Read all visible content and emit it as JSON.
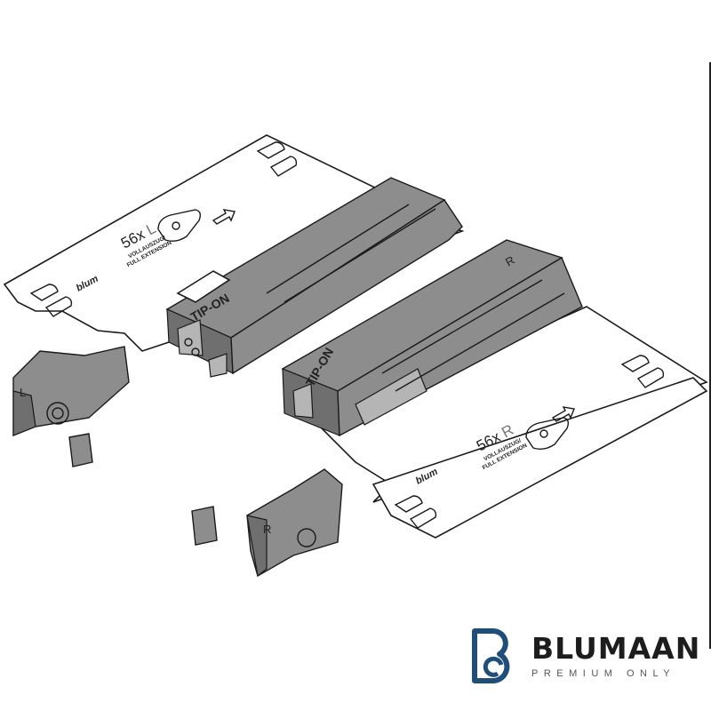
{
  "left_unit": {
    "size_label": "56x",
    "side_label": "L",
    "text_line1": "VOLLAUSZUG/",
    "text_line2": "FULL EXTENSION",
    "brand_mark": "blum",
    "mechanism_label": "TIP-ON",
    "clip_side_label": "L"
  },
  "right_unit": {
    "size_label": "56x",
    "side_label": "R",
    "text_line1": "VOLLAUSZUG/",
    "text_line2": "FULL EXTENSION",
    "brand_mark": "blum",
    "mechanism_label": "TIP-ON",
    "clip_side_label": "R"
  },
  "logo": {
    "name": "BLUMAAN",
    "tagline": "PREMIUM ONLY",
    "color": "#1f4e7a"
  }
}
